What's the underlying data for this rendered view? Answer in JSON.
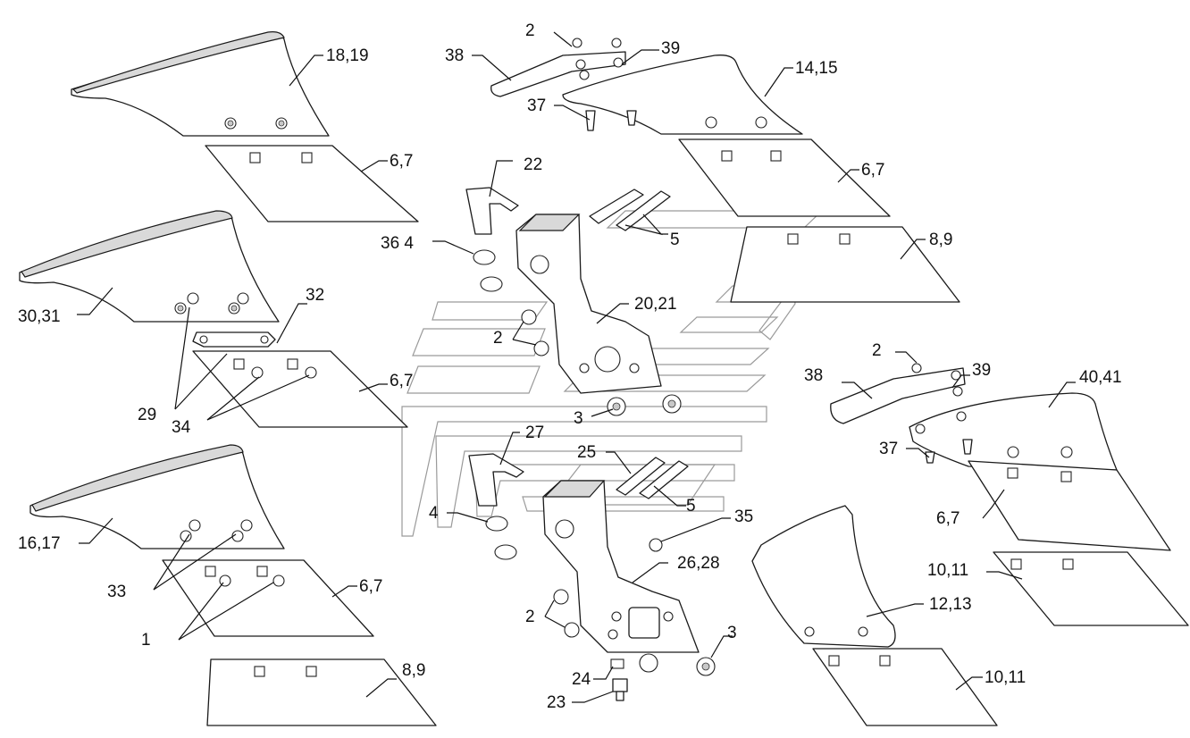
{
  "labels": {
    "l_18_19": "18,19",
    "l_2_top": "2",
    "l_38_top": "38",
    "l_39_top": "39",
    "l_14_15": "14,15",
    "l_37_top": "37",
    "l_6_7_a": "6,7",
    "l_6_7_b": "6,7",
    "l_22": "22",
    "l_5_top": "5",
    "l_36_4": "36 4",
    "l_8_9_top": "8,9",
    "l_32": "32",
    "l_20_21": "20,21",
    "l_30_31": "30,31",
    "l_2_mid": "2",
    "l_6_7_c": "6,7",
    "l_29": "29",
    "l_34": "34",
    "l_3_mid": "3",
    "l_38_right": "38",
    "l_2_right": "2",
    "l_39_right": "39",
    "l_40_41": "40,41",
    "l_27": "27",
    "l_25": "25",
    "l_37_right": "37",
    "l_4_low": "4",
    "l_5_low": "5",
    "l_35": "35",
    "l_16_17": "16,17",
    "l_6_7_d": "6,7",
    "l_26_28": "26,28",
    "l_6_7_e": "6,7",
    "l_33": "33",
    "l_10_11_a": "10,11",
    "l_12_13": "12,13",
    "l_1": "1",
    "l_2_low": "2",
    "l_3_low": "3",
    "l_24": "24",
    "l_8_9_low": "8,9",
    "l_10_11_b": "10,11",
    "l_23": "23"
  }
}
